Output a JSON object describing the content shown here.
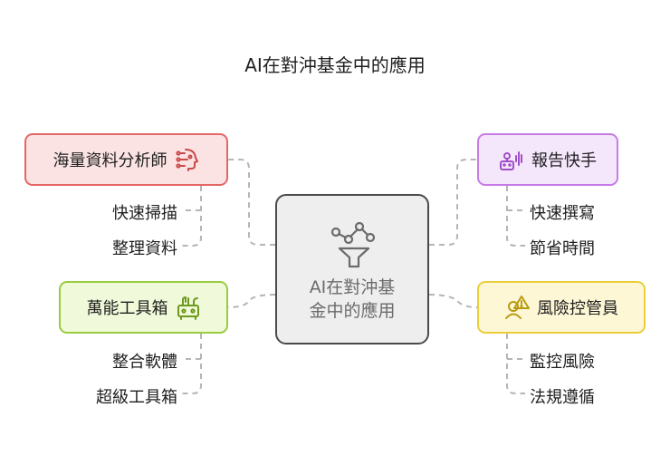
{
  "title": "AI在對沖基金中的應用",
  "center": {
    "line1": "AI在對沖基",
    "line2": "金中的應用",
    "icon": "funnel-network-icon"
  },
  "branches": {
    "top_left": {
      "label": "海量資料分析師",
      "icon": "ai-head-icon",
      "color": "#e46767",
      "items": [
        "快速掃描",
        "整理資料"
      ]
    },
    "top_right": {
      "label": "報告快手",
      "icon": "robot-voice-icon",
      "color": "#c77be6",
      "items": [
        "快速撰寫",
        "節省時間"
      ]
    },
    "bottom_left": {
      "label": "萬能工具箱",
      "icon": "toolbox-icon",
      "color": "#99cc3f",
      "items": [
        "整合軟體",
        "超級工具箱"
      ]
    },
    "bottom_right": {
      "label": "風險控管員",
      "icon": "warning-person-icon",
      "color": "#e9cf3b",
      "items": [
        "監控風險",
        "法規遵循"
      ]
    }
  }
}
